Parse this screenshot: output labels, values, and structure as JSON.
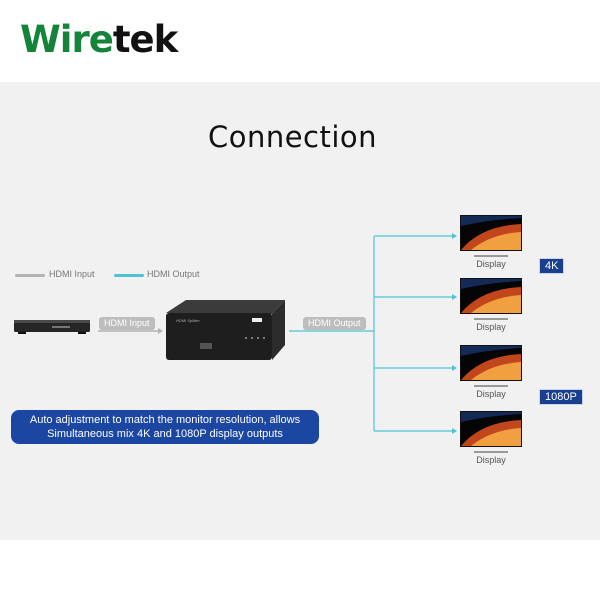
{
  "brand": {
    "logo_part1": "Wire",
    "logo_part2": "tek"
  },
  "title": "Connection",
  "legend": {
    "input_label": "HDMI Input",
    "output_label": "HDMI Output",
    "input_color": "#b3b3b3",
    "output_color": "#4ec3d6"
  },
  "tags": {
    "hdmi_input": "HDMI Input",
    "hdmi_output": "HDMI Output"
  },
  "displays": [
    {
      "label": "Display"
    },
    {
      "label": "Display"
    },
    {
      "label": "Display"
    },
    {
      "label": "Display"
    }
  ],
  "resolutions": {
    "top": "4K",
    "bottom": "1080P"
  },
  "note": {
    "line1": "Auto adjustment to match the monitor resolution, allows",
    "line2": "Simultaneous mix 4K and 1080P display outputs"
  },
  "colors": {
    "brand_green": "#14843a",
    "note_bg": "#1b46a2",
    "badge_bg": "#1a3f8e"
  },
  "icons": [
    "blu-ray-player-icon",
    "hdmi-splitter-icon",
    "tv-display-icon"
  ]
}
